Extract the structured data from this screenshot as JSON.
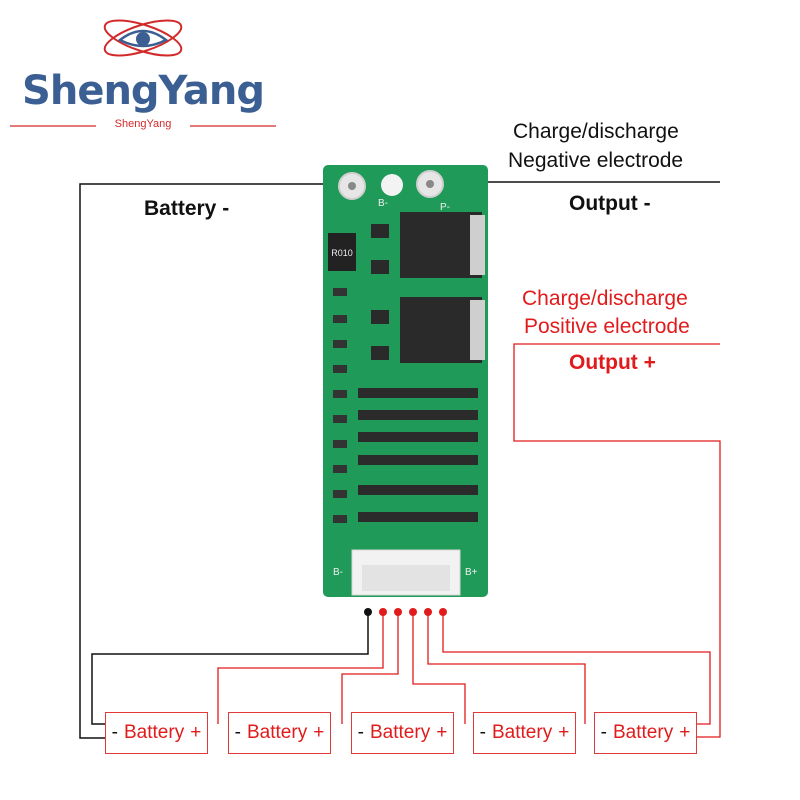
{
  "logo": {
    "brand": "ShengYang",
    "tagline": "ShengYang"
  },
  "labels": {
    "battery_neg": "Battery -",
    "output_neg_title_1": "Charge/discharge",
    "output_neg_title_2": "Negative electrode",
    "output_neg": "Output -",
    "output_pos_title_1": "Charge/discharge",
    "output_pos_title_2": "Positive electrode",
    "output_pos": "Output +"
  },
  "board": {
    "resistor_code": "R010",
    "pad_b_minus": "B-",
    "pad_p_minus": "P-",
    "pad_b_minus_bottom": "B-",
    "pad_b_plus_bottom": "B+"
  },
  "cells": [
    {
      "neg": "-",
      "name": "Battery",
      "pos": "+"
    },
    {
      "neg": "-",
      "name": "Battery",
      "pos": "+"
    },
    {
      "neg": "-",
      "name": "Battery",
      "pos": "+"
    },
    {
      "neg": "-",
      "name": "Battery",
      "pos": "+"
    },
    {
      "neg": "-",
      "name": "Battery",
      "pos": "+"
    }
  ],
  "colors": {
    "board_green": "#1f9a58",
    "wire_black": "#111111",
    "wire_red": "#e11b1b",
    "logo_blue": "#3b5f93"
  }
}
